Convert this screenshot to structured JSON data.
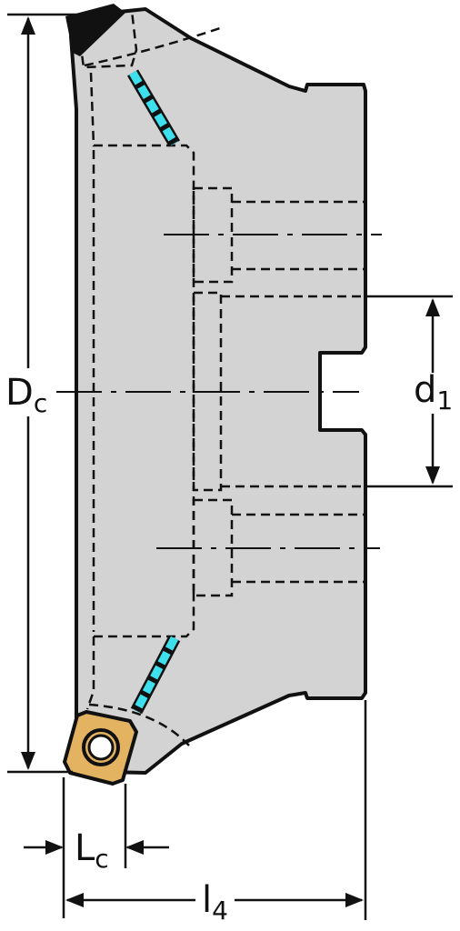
{
  "labels": {
    "dc_main": "D",
    "dc_sub": "c",
    "d1_main": "d",
    "d1_sub": "1",
    "lc_main": "L",
    "lc_sub": "c",
    "l4_main": "l",
    "l4_sub": "4"
  },
  "colors": {
    "body_fill": "#d3d3d3",
    "outline": "#111111",
    "coolant": "#3ee0ee",
    "insert": "#e3b361",
    "background": "#ffffff"
  }
}
